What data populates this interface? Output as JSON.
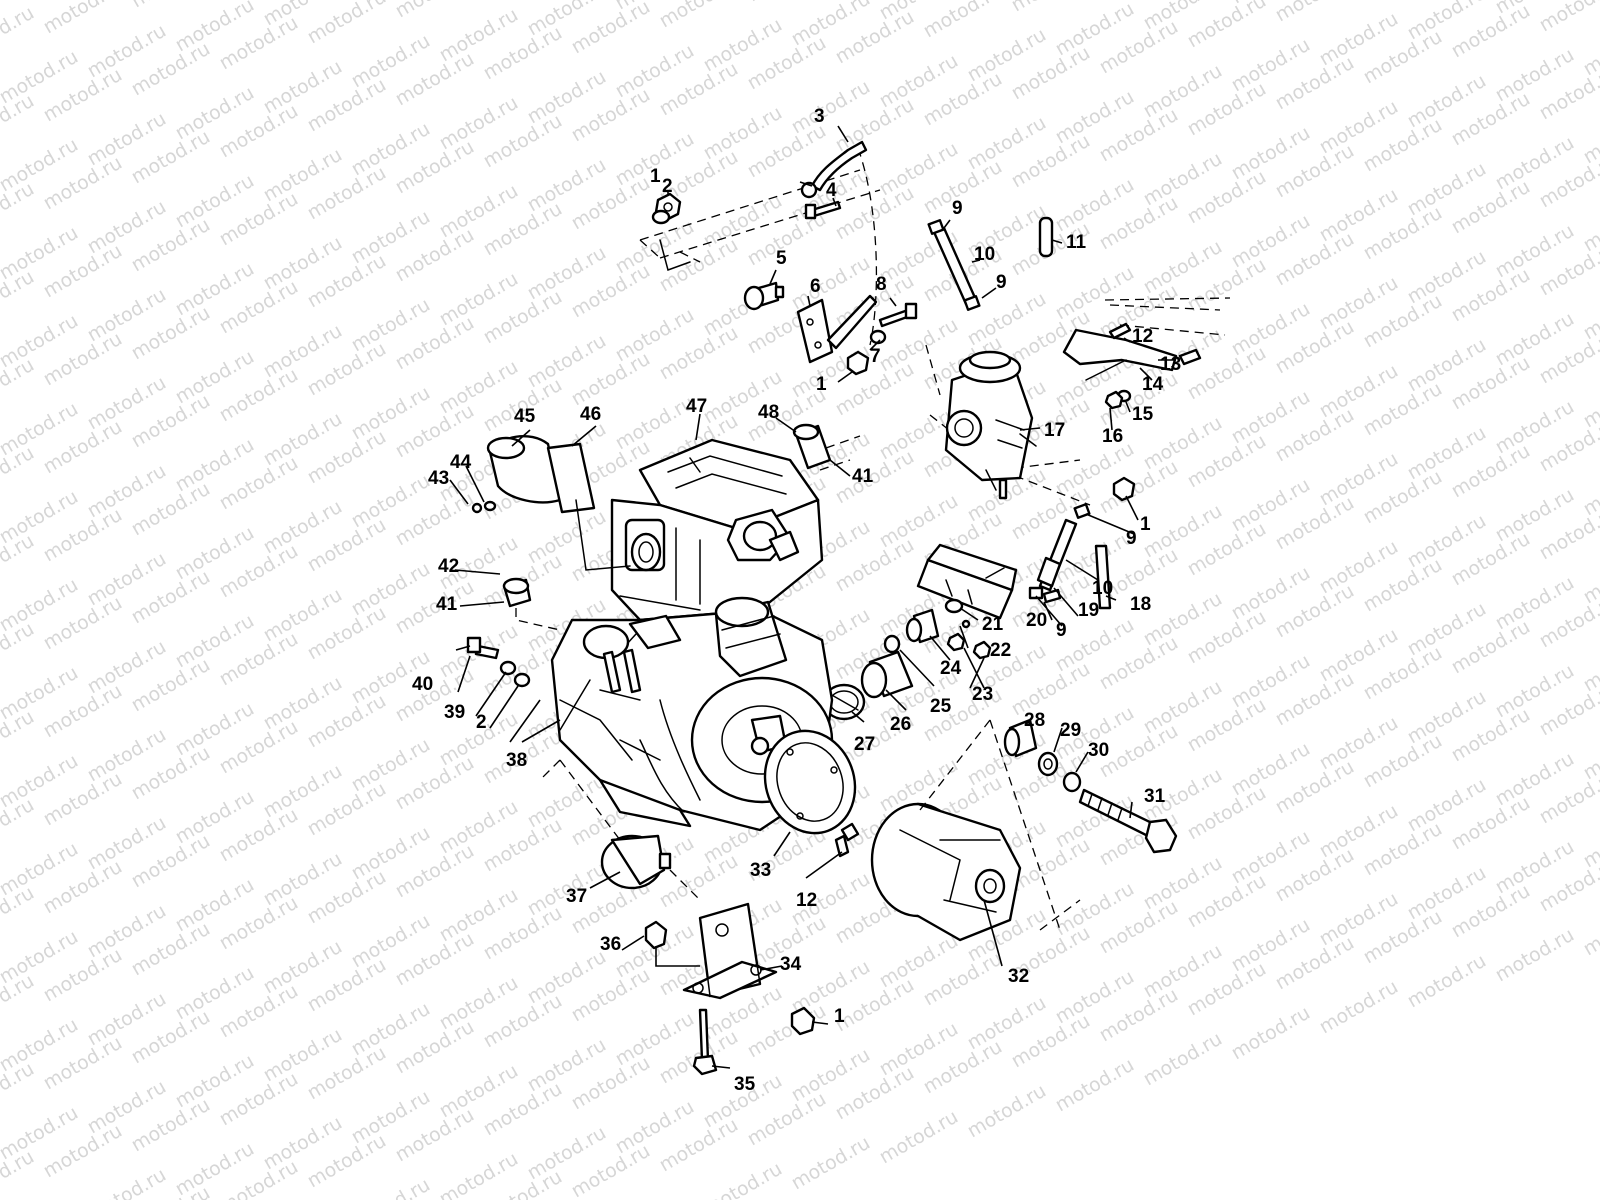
{
  "watermark": "motod.ru",
  "colors": {
    "line": "#000000",
    "background": "#ffffff",
    "watermark": "#d6d6d6"
  },
  "callouts": [
    {
      "id": "c1a",
      "label": "1"
    },
    {
      "id": "c2a",
      "label": "2"
    },
    {
      "id": "c3",
      "label": "3"
    },
    {
      "id": "c4",
      "label": "4"
    },
    {
      "id": "c5",
      "label": "5"
    },
    {
      "id": "c6",
      "label": "6"
    },
    {
      "id": "c8",
      "label": "8"
    },
    {
      "id": "c7",
      "label": "7"
    },
    {
      "id": "c1b",
      "label": "1"
    },
    {
      "id": "c9a",
      "label": "9"
    },
    {
      "id": "c10a",
      "label": "10"
    },
    {
      "id": "c9b",
      "label": "9"
    },
    {
      "id": "c11",
      "label": "11"
    },
    {
      "id": "c12a",
      "label": "12"
    },
    {
      "id": "c13",
      "label": "13"
    },
    {
      "id": "c14",
      "label": "14"
    },
    {
      "id": "c15",
      "label": "15"
    },
    {
      "id": "c16",
      "label": "16"
    },
    {
      "id": "c17",
      "label": "17"
    },
    {
      "id": "c1c",
      "label": "1"
    },
    {
      "id": "c9c",
      "label": "9"
    },
    {
      "id": "c10b",
      "label": "10"
    },
    {
      "id": "c18",
      "label": "18"
    },
    {
      "id": "c19",
      "label": "19"
    },
    {
      "id": "c20",
      "label": "20"
    },
    {
      "id": "c9d",
      "label": "9"
    },
    {
      "id": "c21",
      "label": "21"
    },
    {
      "id": "c22",
      "label": "22"
    },
    {
      "id": "c23",
      "label": "23"
    },
    {
      "id": "c24",
      "label": "24"
    },
    {
      "id": "c25",
      "label": "25"
    },
    {
      "id": "c26",
      "label": "26"
    },
    {
      "id": "c27",
      "label": "27"
    },
    {
      "id": "c28",
      "label": "28"
    },
    {
      "id": "c29",
      "label": "29"
    },
    {
      "id": "c30",
      "label": "30"
    },
    {
      "id": "c31",
      "label": "31"
    },
    {
      "id": "c32",
      "label": "32"
    },
    {
      "id": "c33",
      "label": "33"
    },
    {
      "id": "c12b",
      "label": "12"
    },
    {
      "id": "c34",
      "label": "34"
    },
    {
      "id": "c35",
      "label": "35"
    },
    {
      "id": "c36",
      "label": "36"
    },
    {
      "id": "c37",
      "label": "37"
    },
    {
      "id": "c1d",
      "label": "1"
    },
    {
      "id": "c38",
      "label": "38"
    },
    {
      "id": "c39",
      "label": "39"
    },
    {
      "id": "c2b",
      "label": "2"
    },
    {
      "id": "c40",
      "label": "40"
    },
    {
      "id": "c41a",
      "label": "41"
    },
    {
      "id": "c42",
      "label": "42"
    },
    {
      "id": "c43",
      "label": "43"
    },
    {
      "id": "c44",
      "label": "44"
    },
    {
      "id": "c45",
      "label": "45"
    },
    {
      "id": "c46",
      "label": "46"
    },
    {
      "id": "c47",
      "label": "47"
    },
    {
      "id": "c48",
      "label": "48"
    },
    {
      "id": "c41b",
      "label": "41"
    }
  ]
}
